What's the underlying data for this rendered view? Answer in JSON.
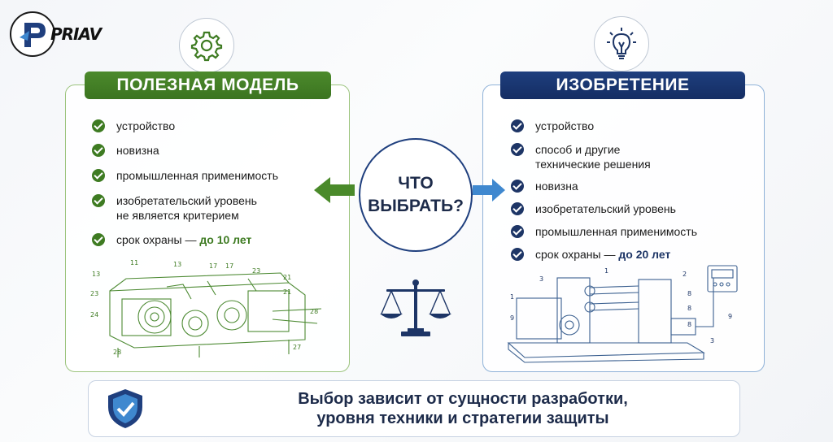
{
  "logo": {
    "text": "PRIAV"
  },
  "left_panel": {
    "title": "ПОЛЕЗНАЯ МОДЕЛЬ",
    "items": [
      {
        "text": "устройство"
      },
      {
        "text": "новизна"
      },
      {
        "text": "промышленная применимость"
      },
      {
        "line1": "изобретательский уровень",
        "line2": "не является критерием"
      },
      {
        "prefix": "срок охраны — ",
        "highlight": "до 10 лет"
      }
    ],
    "drawing_labels": [
      "13",
      "11",
      "13",
      "17",
      "17",
      "23",
      "23",
      "21",
      "24",
      "21",
      "28",
      "28",
      "27"
    ]
  },
  "right_panel": {
    "title": "ИЗОБРЕТЕНИЕ",
    "items": [
      {
        "text": "устройство"
      },
      {
        "line1": "способ и другие",
        "line2": "технические решения"
      },
      {
        "text": "новизна"
      },
      {
        "text": "изобретательский уровень"
      },
      {
        "text": "промышленная применимость"
      },
      {
        "prefix": "срок охраны — ",
        "highlight": "до 20 лет"
      }
    ],
    "drawing_labels": [
      "1",
      "2",
      "3",
      "1",
      "8",
      "8",
      "8",
      "9",
      "9",
      "3"
    ]
  },
  "center": {
    "line1": "ЧТО",
    "line2": "ВЫБРАТЬ?"
  },
  "banner": {
    "line1": "Выбор зависит от сущности разработки,",
    "line2": "уровня техники и стратегии защиты"
  },
  "colors": {
    "green": "#3e7b22",
    "navy": "#1d3566",
    "blue_arrow": "#3f88cf"
  },
  "icons": [
    "gear-icon",
    "lightbulb-icon",
    "scales-icon",
    "shield-check-icon",
    "arrow-left-icon",
    "arrow-right-icon"
  ]
}
